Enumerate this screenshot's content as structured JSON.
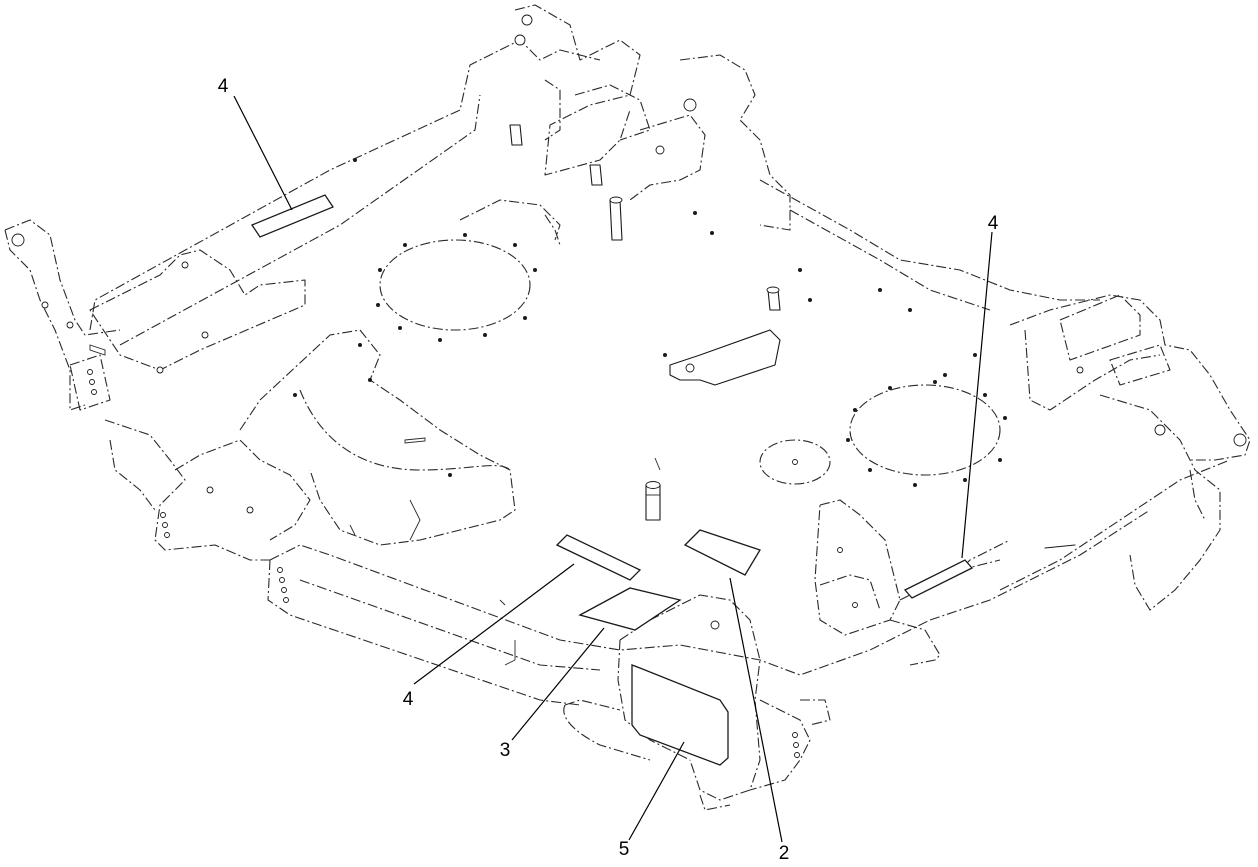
{
  "callouts": [
    {
      "id": "c4-top-left",
      "label": "4"
    },
    {
      "id": "c4-right",
      "label": "4"
    },
    {
      "id": "c4-bottom",
      "label": "4"
    },
    {
      "id": "c3",
      "label": "3"
    },
    {
      "id": "c5",
      "label": "5"
    },
    {
      "id": "c2",
      "label": "2"
    }
  ],
  "colors": {
    "background": "#ffffff",
    "ink": "#1a1a1a"
  }
}
